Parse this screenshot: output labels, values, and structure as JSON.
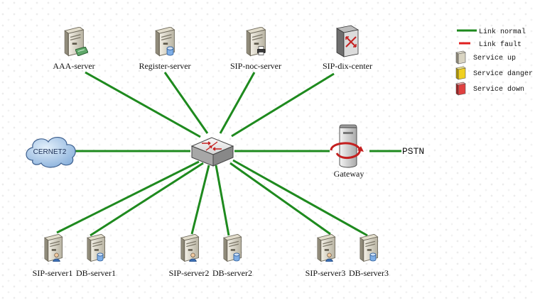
{
  "colors": {
    "link_normal": "#1e8a1e",
    "link_fault": "#e02020",
    "service_up": "#d9d4c2",
    "service_danger": "#f0d020",
    "service_down": "#e04040",
    "cloud_fill": "#9fc4ea",
    "switch_fill": "#e6e6e6",
    "switch_arrow": "#c42020"
  },
  "nodes": {
    "aaa": {
      "label": "AAA-server",
      "icon": "server-certificate-icon"
    },
    "register": {
      "label": "Register-server",
      "icon": "server-database-icon"
    },
    "sipnoc": {
      "label": "SIP-noc-server",
      "icon": "server-printer-icon"
    },
    "sipdix": {
      "label": "SIP-dix-center",
      "icon": "router-box-icon"
    },
    "cernet": {
      "label": "CERNET2",
      "icon": "cloud-icon"
    },
    "switch": {
      "label": "",
      "icon": "switch-icon"
    },
    "gateway": {
      "label": "Gateway",
      "icon": "gateway-icon"
    },
    "pstn": {
      "label": "PSTN"
    },
    "sip1": {
      "label": "SIP-server1",
      "icon": "server-user-icon"
    },
    "db1": {
      "label": "DB-server1",
      "icon": "server-database-icon"
    },
    "sip2": {
      "label": "SIP-server2",
      "icon": "server-user-icon"
    },
    "db2": {
      "label": "DB-server2",
      "icon": "server-database-icon"
    },
    "sip3": {
      "label": "SIP-server3",
      "icon": "server-user-icon"
    },
    "db3": {
      "label": "DB-server3",
      "icon": "server-database-icon"
    }
  },
  "legend": {
    "link_normal": "Link normal",
    "link_fault": "Link fault",
    "service_up": "Service up",
    "service_danger": "Service danger",
    "service_down": "Service down"
  }
}
